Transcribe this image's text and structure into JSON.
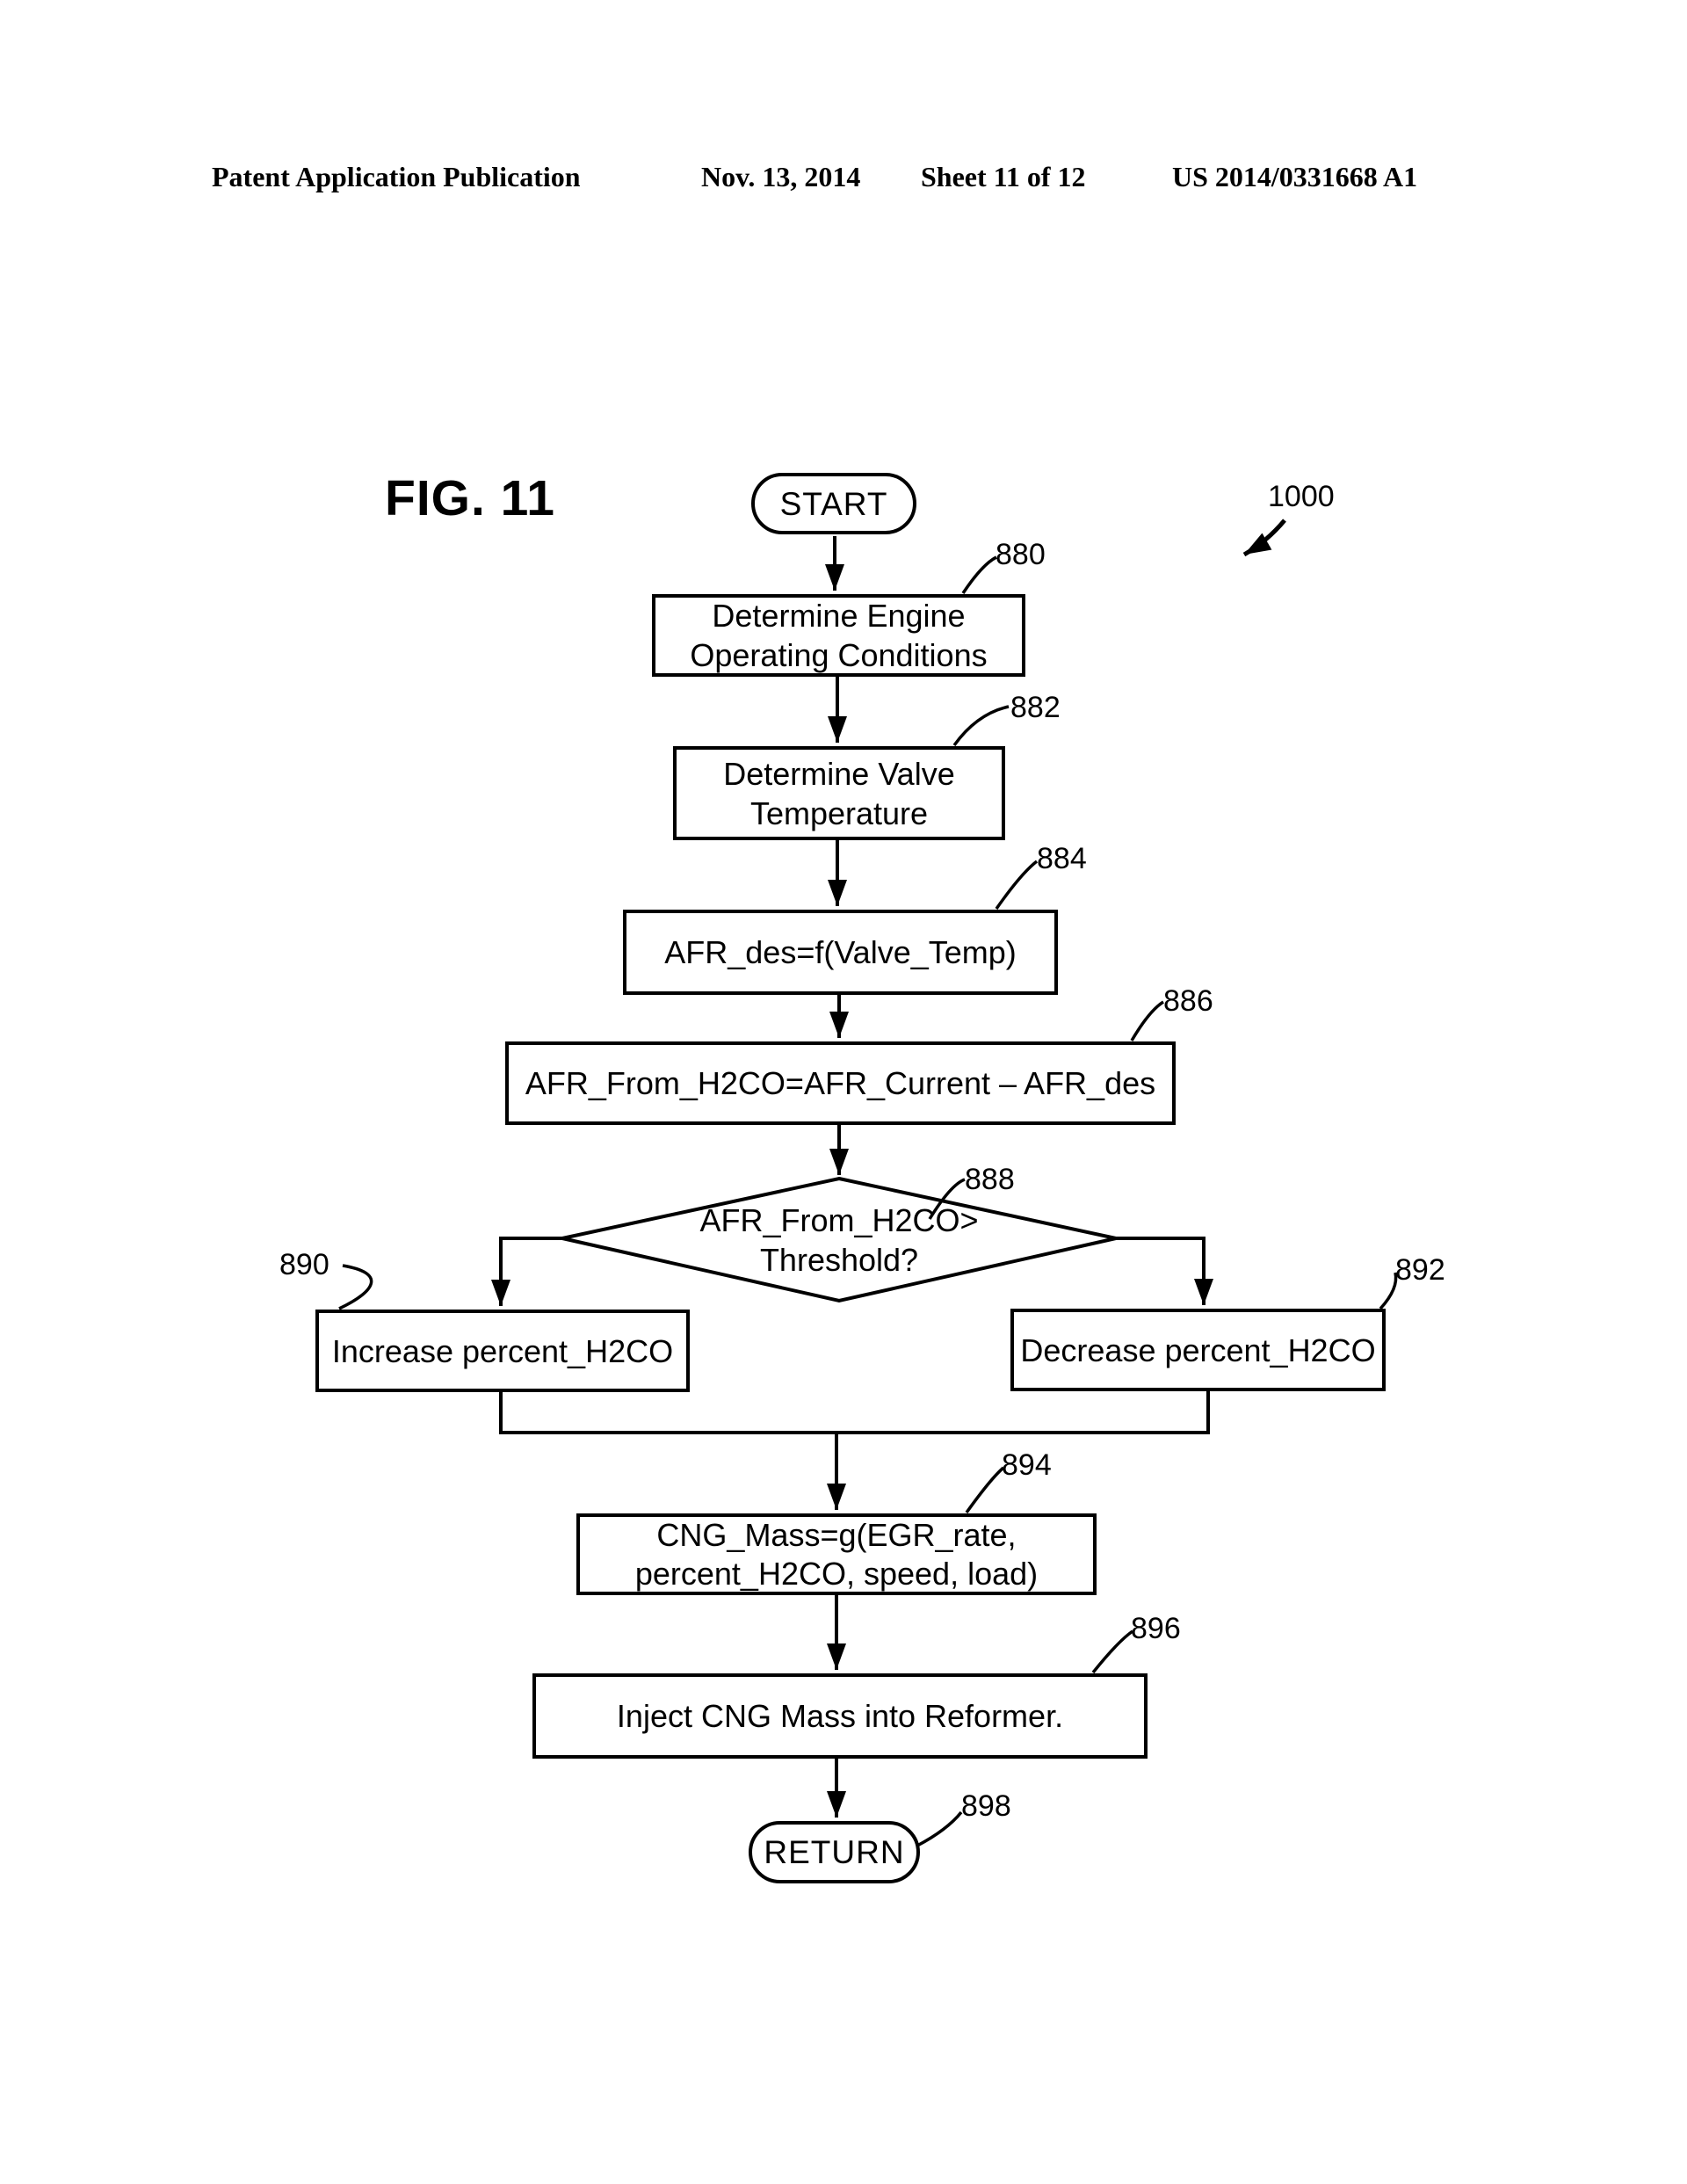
{
  "header": {
    "left": "Patent Application Publication",
    "date": "Nov. 13, 2014",
    "sheet": "Sheet 11 of 12",
    "patent_number": "US 2014/0331668 A1"
  },
  "figure": {
    "label": "FIG. 11",
    "diagram_ref": "1000"
  },
  "flowchart": {
    "start": {
      "label": "START"
    },
    "box880": {
      "ref": "880",
      "text": "Determine Engine\nOperating Conditions"
    },
    "box882": {
      "ref": "882",
      "text": "Determine Valve\nTemperature"
    },
    "box884": {
      "ref": "884",
      "text": "AFR_des=f(Valve_Temp)"
    },
    "box886": {
      "ref": "886",
      "text": "AFR_From_H2CO=AFR_Current – AFR_des"
    },
    "decision888": {
      "ref": "888",
      "text": "AFR_From_H2CO>\nThreshold?"
    },
    "box890": {
      "ref": "890",
      "text": "Increase percent_H2CO"
    },
    "box892": {
      "ref": "892",
      "text": "Decrease percent_H2CO"
    },
    "box894": {
      "ref": "894",
      "text": "CNG_Mass=g(EGR_rate,\npercent_H2CO, speed, load)"
    },
    "box896": {
      "ref": "896",
      "text": "Inject CNG Mass into Reformer."
    },
    "return898": {
      "ref": "898",
      "text": "RETURN"
    }
  },
  "colors": {
    "ink": "#000000",
    "paper": "#ffffff"
  }
}
